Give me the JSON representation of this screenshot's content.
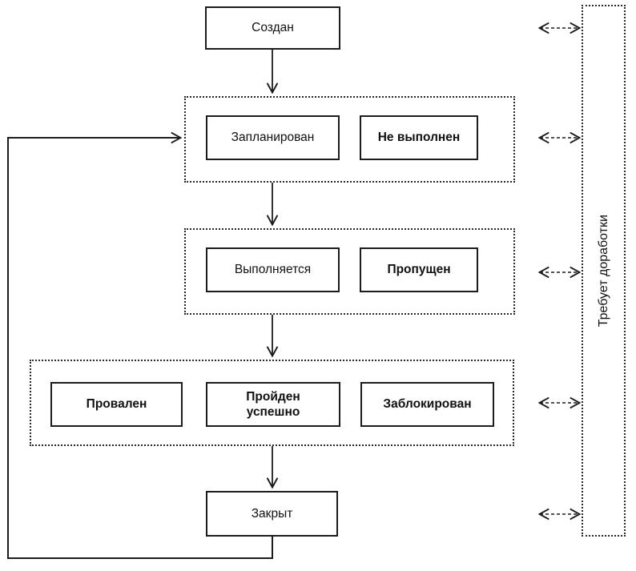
{
  "diagram": {
    "nodes": {
      "created": {
        "label": "Создан"
      },
      "planned": {
        "label": "Запланирован"
      },
      "not_executed": {
        "label": "Не выполнен"
      },
      "in_progress": {
        "label": "Выполняется"
      },
      "skipped": {
        "label": "Пропущен"
      },
      "failed": {
        "label": "Провален"
      },
      "passed": {
        "label": "Пройден\nуспешно"
      },
      "blocked": {
        "label": "Заблокирован"
      },
      "closed": {
        "label": "Закрыт"
      },
      "rework": {
        "label": "Требует доработки"
      }
    },
    "colors": {
      "line": "#1c1c1c",
      "background": "#ffffff"
    }
  }
}
